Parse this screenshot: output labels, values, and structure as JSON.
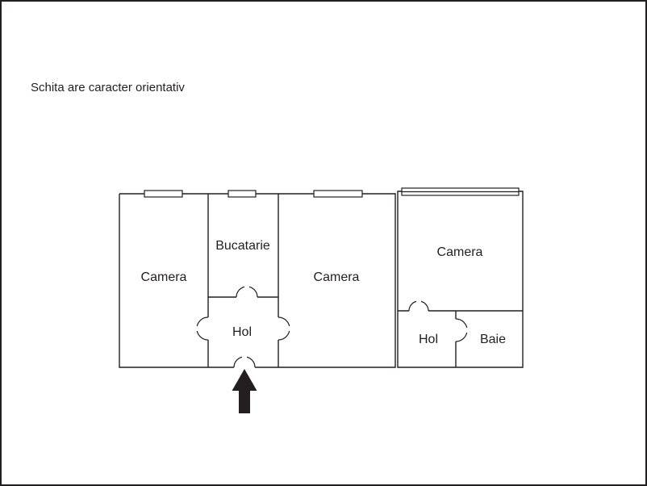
{
  "disclaimer": "Schita are caracter orientativ",
  "rooms": {
    "camera_left": "Camera",
    "bucatarie": "Bucatarie",
    "hol_center": "Hol",
    "camera_middle": "Camera",
    "camera_right": "Camera",
    "hol_right": "Hol",
    "baie": "Baie"
  },
  "icons": {
    "entrance_arrow": "arrow-up"
  },
  "colors": {
    "line": "#231f20",
    "background": "#ffffff",
    "arrow": "#231f20"
  }
}
